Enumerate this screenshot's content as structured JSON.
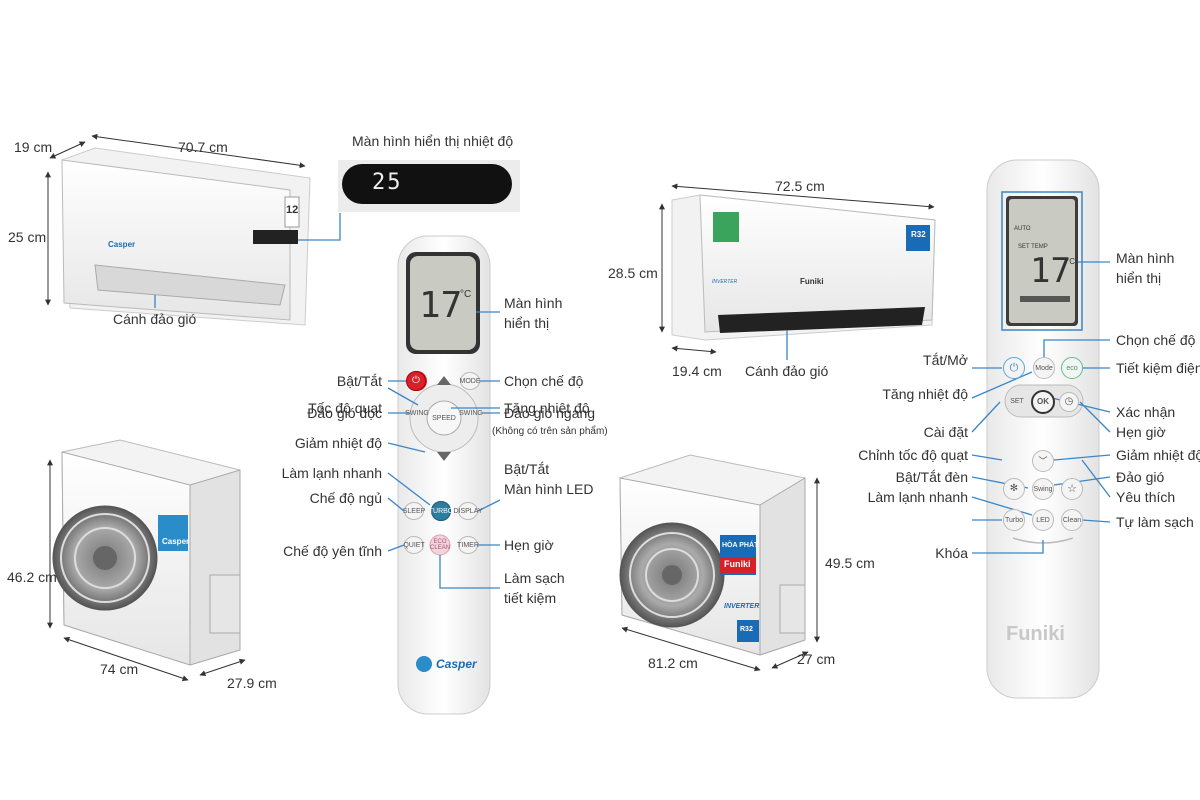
{
  "casper": {
    "indoor": {
      "depth": "19 cm",
      "width": "70.7 cm",
      "height": "25 cm",
      "louver": "Cánh đảo gió",
      "brand": "Casper",
      "badge": "12"
    },
    "display": {
      "title": "Màn hình hiển thị nhiệt độ",
      "value": "25"
    },
    "outdoor": {
      "height": "46.2 cm",
      "width": "74 cm",
      "depth": "27.9 cm",
      "brand": "Casper"
    },
    "remote": {
      "brand": "Casper",
      "lcd_temp": "17",
      "lcd_unit": "°C",
      "buttons": {
        "mode": "MODE",
        "speed": "SPEED",
        "swing_l": "SWING",
        "swing_r": "SWING",
        "sleep": "SLEEP",
        "turbo": "TURBO",
        "display": "DISPLAY",
        "quiet": "QUIET",
        "eco": "ECO CLEAN",
        "timer": "TIMER"
      },
      "labels": {
        "display": "Màn hình\nhiển thị",
        "power": "Bật/Tắt",
        "mode": "Chọn chế độ",
        "fan_speed": "Tốc độ quạt",
        "temp_up": "Tăng nhiệt độ",
        "swing_v": "Đảo gió dọc",
        "swing_h": "Đảo gió ngang",
        "swing_h_note": "(Không có trên sản phẩm)",
        "temp_down": "Giảm nhiệt độ",
        "turbo": "Làm lạnh nhanh",
        "led": "Bật/Tắt\nMàn hình LED",
        "sleep": "Chế độ ngủ",
        "timer": "Hẹn giờ",
        "quiet": "Chế độ yên tĩnh",
        "eco": "Làm sạch\ntiết kiệm"
      }
    }
  },
  "funiki": {
    "indoor": {
      "width": "72.5 cm",
      "height": "28.5 cm",
      "depth": "19.4 cm",
      "louver": "Cánh đảo gió",
      "brand": "Funiki",
      "badge": "R32",
      "inverter": "INVERTER"
    },
    "outdoor": {
      "height": "49.5 cm",
      "width": "81.2 cm",
      "depth": "27 cm",
      "brand1": "HÒA PHÁT",
      "brand2": "Funiki",
      "inverter": "INVERTER",
      "badge": "R32"
    },
    "remote": {
      "brand": "Funiki",
      "lcd_temp": "17",
      "lcd_unit": "°C",
      "lcd_set": "SET TEMP",
      "lcd_auto": "AUTO",
      "buttons": {
        "mode": "Mode",
        "set": "SET",
        "ok": "OK",
        "swing": "Swing",
        "turbo": "Turbo",
        "led": "LED",
        "clean": "Clean"
      },
      "labels": {
        "display": "Màn hình\nhiển thị",
        "power": "Tắt/Mở",
        "mode": "Chọn chế độ",
        "eco": "Tiết kiệm điện",
        "temp_up": "Tăng nhiệt độ",
        "confirm": "Xác nhận",
        "set": "Cài đặt",
        "timer": "Hẹn giờ",
        "temp_down": "Giảm nhiệt độ",
        "fan_speed": "Chỉnh tốc độ quạt",
        "swing": "Đảo gió",
        "light": "Bật/Tắt đèn",
        "favorite": "Yêu thích",
        "turbo": "Làm lạnh nhanh",
        "clean": "Tự làm sạch",
        "lock": "Khóa"
      }
    }
  },
  "colors": {
    "line": "#3a86c8",
    "power_red": "#d7202a",
    "turbo_teal": "#2b7f9e",
    "lcd_bg": "#c9cbc2"
  }
}
